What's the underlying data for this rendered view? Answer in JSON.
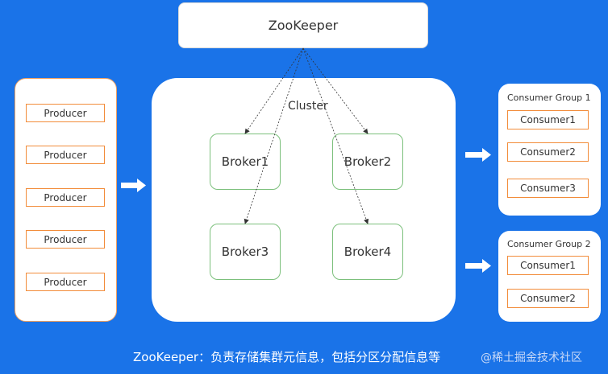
{
  "zookeeper": {
    "label": "ZooKeeper"
  },
  "cluster": {
    "label": "Cluster"
  },
  "producers": [
    "Producer",
    "Producer",
    "Producer",
    "Producer",
    "Producer"
  ],
  "brokers": [
    "Broker1",
    "Broker2",
    "Broker3",
    "Broker4"
  ],
  "consumer_group_1": {
    "title": "Consumer Group 1",
    "consumers": [
      "Consumer1",
      "Consumer2",
      "Consumer3"
    ]
  },
  "consumer_group_2": {
    "title": "Consumer Group 2",
    "consumers": [
      "Consumer1",
      "Consumer2"
    ]
  },
  "caption": "ZooKeeper：负责存储集群元信息，包括分区分配信息等",
  "watermark": "@稀土掘金技术社区",
  "colors": {
    "background": "#1a73e8",
    "producer_border": "#f28c3a",
    "broker_border": "#7cc07c"
  }
}
